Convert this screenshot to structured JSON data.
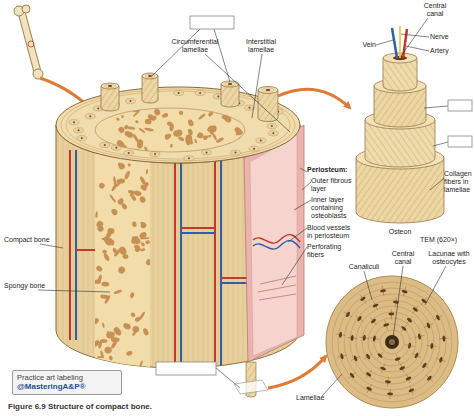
{
  "diagram": {
    "caption": "Figure 6.9 Structure of compact bone.",
    "nodes": [
      {
        "text": [
          "Practice art labeling",
          "@MasteringA&P®"
        ]
      }
    ],
    "labels": [
      "Circumferential lamellae",
      "Interstitial lamellae",
      "Central canal",
      "Nerve",
      "Vein",
      "Artery",
      "Collagen fibers in lamellae",
      "Osteon",
      "Periosteum:",
      "Outer fibrous layer",
      "Inner layer containing osteoblasts",
      "Blood vessels in periosteum",
      "Perforating fibers",
      "Compact bone",
      "Spongy bone",
      "Canaliculi",
      "Central canal",
      "Lacunae with osteocytes",
      "TEM (620×)",
      "Lamellae"
    ]
  }
}
